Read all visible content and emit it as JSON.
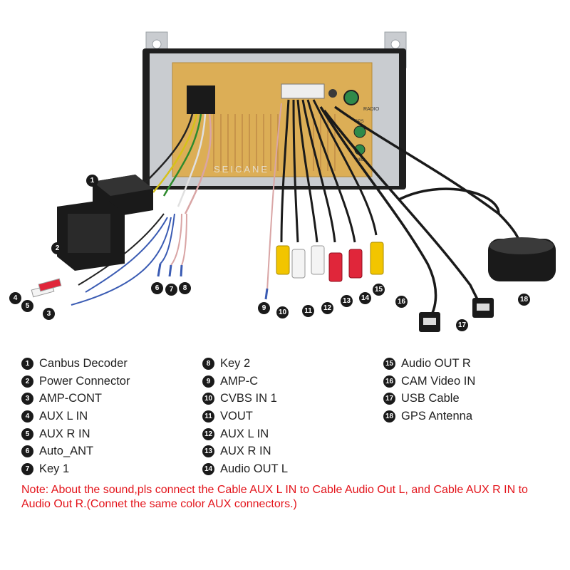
{
  "diagram": {
    "watermark": "SEICANE",
    "unit_labels": {
      "radio": "RADIO",
      "gps": "GPS",
      "mic": "MIC"
    },
    "callout_numbers": [
      "1",
      "2",
      "3",
      "4",
      "5",
      "6",
      "7",
      "8",
      "9",
      "10",
      "11",
      "12",
      "13",
      "14",
      "15",
      "16",
      "17",
      "18"
    ]
  },
  "legend": {
    "columns": [
      [
        {
          "num": "1",
          "label": "Canbus Decoder"
        },
        {
          "num": "2",
          "label": "Power Connector"
        },
        {
          "num": "3",
          "label": "AMP-CONT"
        },
        {
          "num": "4",
          "label": "AUX L IN"
        },
        {
          "num": "5",
          "label": "AUX R IN"
        },
        {
          "num": "6",
          "label": "Auto_ANT"
        },
        {
          "num": "7",
          "label": "Key 1"
        }
      ],
      [
        {
          "num": "8",
          "label": "Key 2"
        },
        {
          "num": "9",
          "label": "AMP-C"
        },
        {
          "num": "10",
          "label": "CVBS IN 1"
        },
        {
          "num": "11",
          "label": "VOUT"
        },
        {
          "num": "12",
          "label": "AUX L IN"
        },
        {
          "num": "13",
          "label": "AUX R IN"
        },
        {
          "num": "14",
          "label": "Audio OUT L"
        }
      ],
      [
        {
          "num": "15",
          "label": "Audio OUT R"
        },
        {
          "num": "16",
          "label": "CAM Video IN"
        },
        {
          "num": "17",
          "label": "USB Cable"
        },
        {
          "num": "18",
          "label": "GPS Antenna"
        }
      ]
    ]
  },
  "note": "Note: About the sound,pls connect the Cable AUX L IN to Cable Audio Out L, and Cable AUX R IN to  Audio Out R.(Connet the same color AUX connectors.)",
  "colors": {
    "panel": "#dcae56",
    "frame": "#1f1f1f",
    "bracket": "#c9ccd0",
    "rca_red": "#e0263a",
    "rca_yellow": "#f2c500",
    "rca_white": "#f4f4f4",
    "note": "#e3141b"
  }
}
